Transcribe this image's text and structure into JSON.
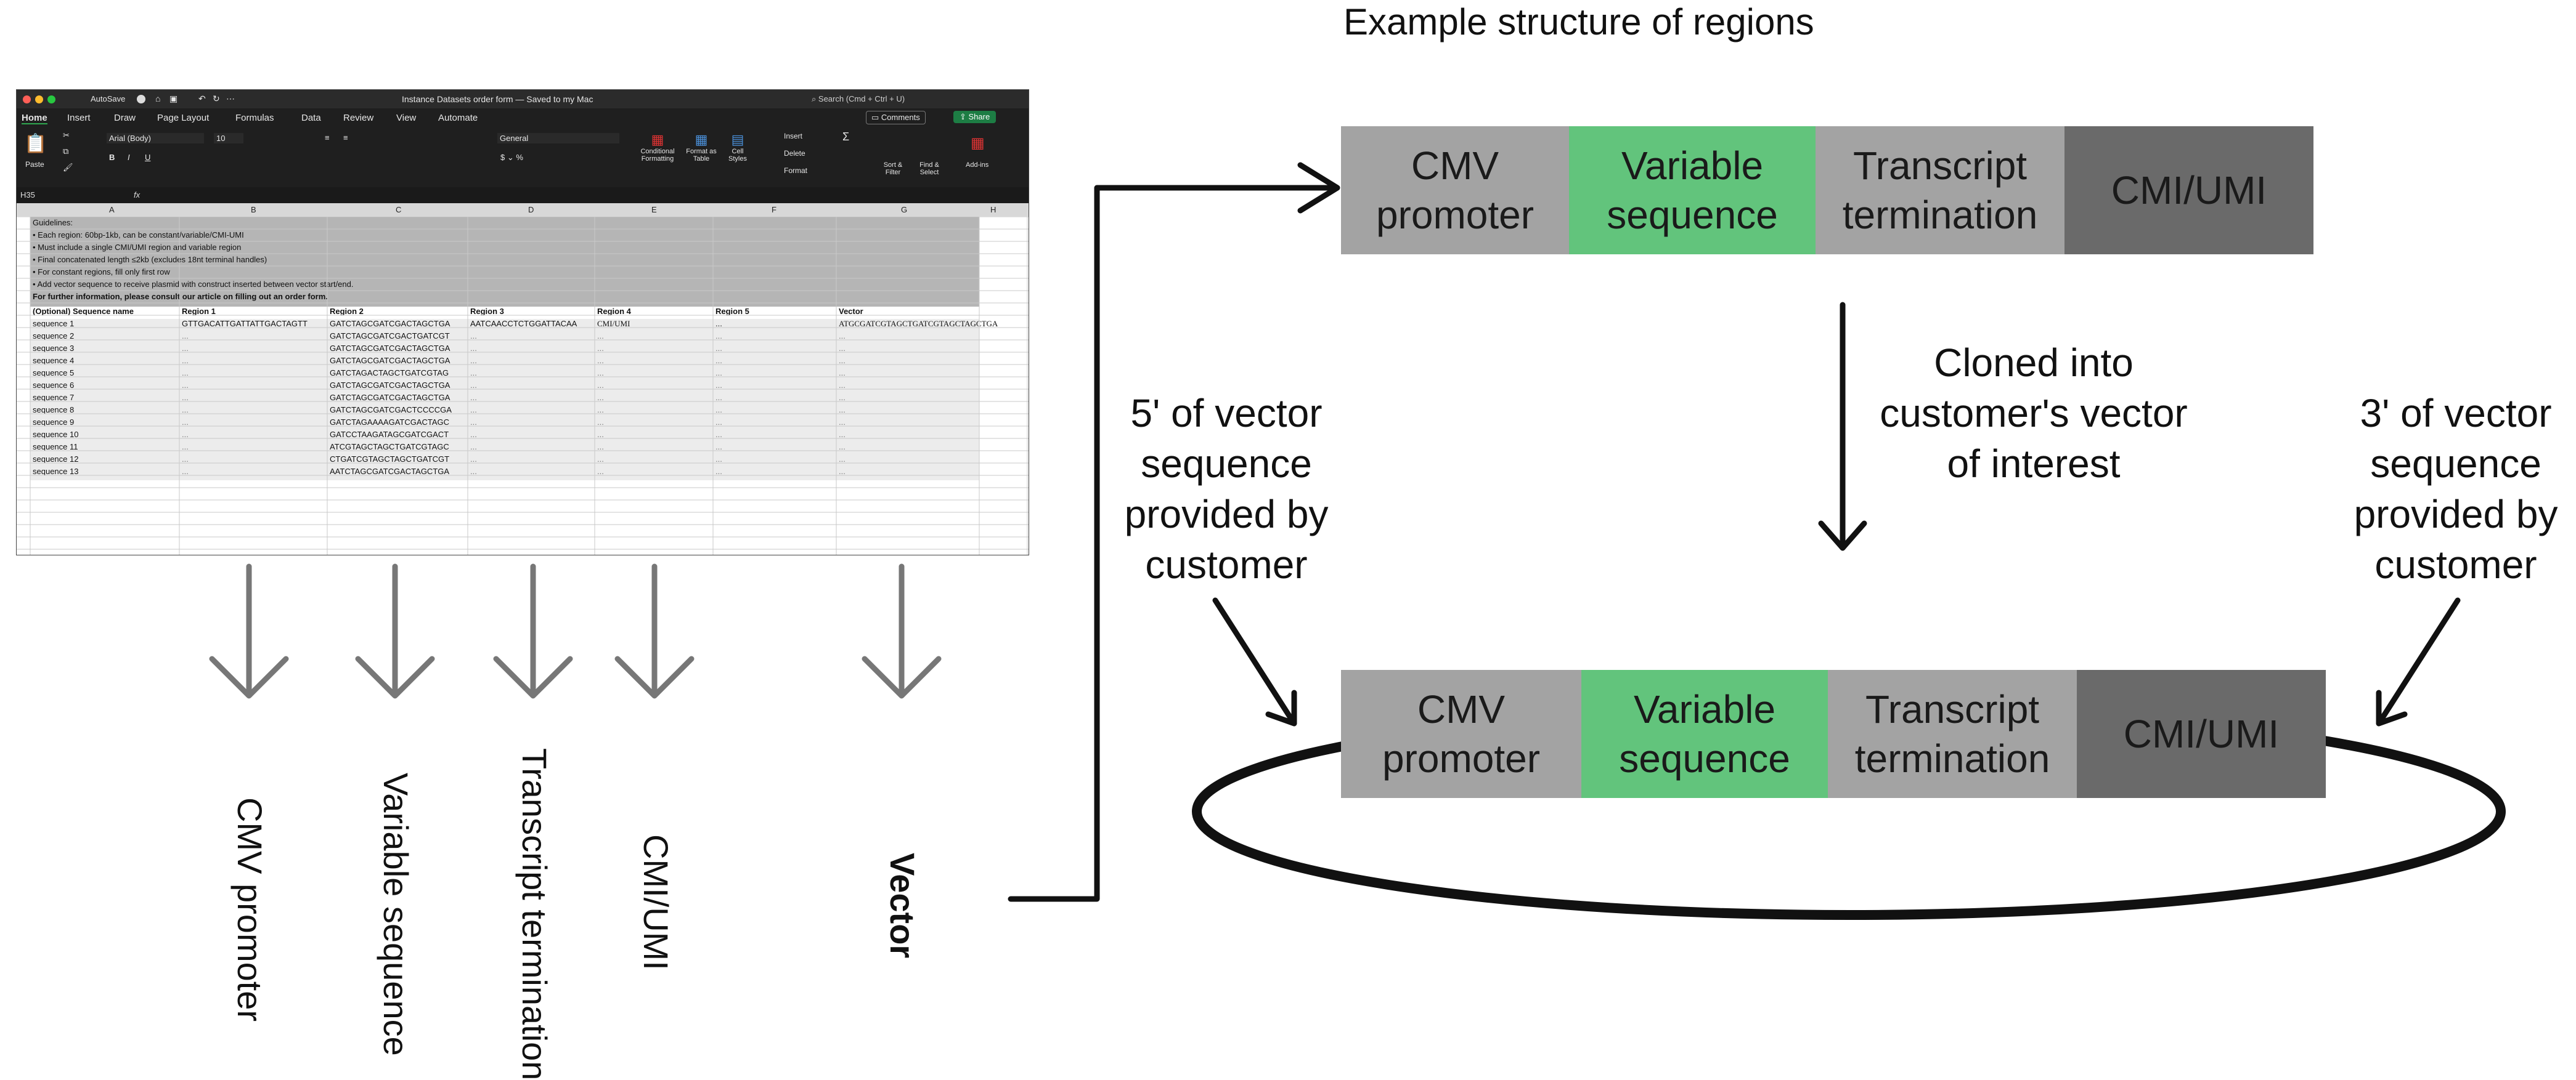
{
  "diagram_title": "Example structure of regions",
  "spreadsheet": {
    "autosave": "AutoSave",
    "file_title": "Instance Datasets order form — Saved to my Mac",
    "search": "Search (Cmd + Ctrl + U)",
    "tabs": [
      "Home",
      "Insert",
      "Draw",
      "Page Layout",
      "Formulas",
      "Data",
      "Review",
      "View",
      "Automate"
    ],
    "comments": "Comments",
    "share": "Share",
    "paste": "Paste",
    "font": "Arial (Body)",
    "font_size": "10",
    "number_format": "General",
    "cond_format": "Conditional Formatting",
    "format_table": "Format as Table",
    "cell_styles": "Cell Styles",
    "insert": "Insert",
    "delete": "Delete",
    "format": "Format",
    "sort_filter": "Sort & Filter",
    "find_select": "Find & Select",
    "addins": "Add-ins",
    "cell_ref": "H35",
    "fx": "fx",
    "columns": [
      "A",
      "B",
      "C",
      "D",
      "E",
      "F",
      "G",
      "H"
    ],
    "guidelines": [
      "Guidelines:",
      "• Each region: 60bp-1kb, can be constant/variable/CMI-UMI",
      "• Must include a single CMI/UMI region and variable region",
      "• Final concatenated length ≤2kb (excludes 18nt terminal handles)",
      "• For constant regions, fill only first row",
      "• Add vector sequence to receive plasmid with construct inserted between vector start/end.",
      "For further information, please consult our article on filling out an order form."
    ],
    "headers": [
      "(Optional) Sequence name",
      "Region 1",
      "Region 2",
      "Region 3",
      "Region 4",
      "Region 5",
      "Vector"
    ],
    "first_row": [
      "sequence 1",
      "GTTGACATTGATTATTGACTAGTT",
      "GATCTAGCGATCGACTAGCTGA",
      "AATCAACCTCTGGATTACAA",
      "CMI/UMI",
      "...",
      "ATGCGATCGTAGCTGATCGTAGCTAGCTGA"
    ],
    "rows": [
      [
        "sequence 2",
        "...",
        "GATCTAGCGATCGACTGATCGT"
      ],
      [
        "sequence 3",
        "...",
        "GATCTAGCGATCGACTAGCTGA"
      ],
      [
        "sequence 4",
        "...",
        "GATCTAGCGATCGACTAGCTGA"
      ],
      [
        "sequence 5",
        "...",
        "GATCTAGACTAGCTGATCGTAG"
      ],
      [
        "sequence 6",
        "...",
        "GATCTAGCGATCGACTAGCTGA"
      ],
      [
        "sequence 7",
        "...",
        "GATCTAGCGATCGACTAGCTGA"
      ],
      [
        "sequence 8",
        "...",
        "GATCTAGCGATCGACTCCCCGA"
      ],
      [
        "sequence 9",
        "...",
        "GATCTAGAAAAGATCGACTAGC"
      ],
      [
        "sequence 10",
        "...",
        "GATCCTAAGATAGCGATCGACT"
      ],
      [
        "sequence 11",
        "...",
        "ATCGTAGCTAGCTGATCGTAGC"
      ],
      [
        "sequence 12",
        "...",
        "CTGATCGTAGCTAGCTGATCGT"
      ],
      [
        "sequence 13",
        "...",
        "AATCTAGCGATCGACTAGCTGA"
      ]
    ],
    "dots": "..."
  },
  "column_labels": [
    "CMV promoter",
    "Variable sequence",
    "Transcript termination",
    "CMI/UMI",
    "Vector"
  ],
  "top_construct": [
    "CMV promoter",
    "Variable sequence",
    "Transcript termination",
    "CMI/UMI"
  ],
  "bottom_construct": [
    "CMV promoter",
    "Variable sequence",
    "Transcript termination",
    "CMI/UMI"
  ],
  "cloned_label": "Cloned into customer's vector of interest",
  "five_prime_label": "5' of vector sequence provided by customer",
  "three_prime_label": "3' of vector sequence provided by customer",
  "colors": {
    "grey_box": "#a3a3a3",
    "green_box": "#62c47c",
    "dark_box": "#6a6a6a",
    "arrow_grey": "#777777",
    "arrow_black": "#111111",
    "excel_green": "#1d7d44"
  }
}
